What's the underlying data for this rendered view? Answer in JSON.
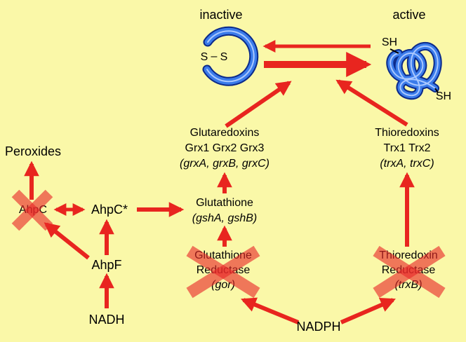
{
  "states": {
    "inactive": "inactive",
    "active": "active"
  },
  "protein": {
    "disulfide_left": "S",
    "disulfide_dash": "–",
    "disulfide_right": "S",
    "thiol_top": "SH",
    "thiol_bottom": "SH"
  },
  "left": {
    "peroxides": "Peroxides",
    "ahpc": "AhpC",
    "ahpc_star": "AhpC*",
    "ahpf": "AhpF",
    "nadh": "NADH"
  },
  "middle": {
    "glutaredoxins": "Glutaredoxins",
    "grx_list": "Grx1 Grx2 Grx3",
    "grx_genes": "(grxA, grxB, grxC)",
    "glutathione": "Glutathione",
    "glutathione_genes": "(gshA, gshB)",
    "gr_line1": "Glutathione",
    "gr_line2": "Reductase",
    "gr_gene": "(gor)"
  },
  "right": {
    "thioredoxins": "Thioredoxins",
    "trx_list": "Trx1 Trx2",
    "trx_genes": "(trxA, trxC)",
    "tr_line1": "Thioredoxin",
    "tr_line2": "Reductase",
    "tr_gene": "(trxB)"
  },
  "bottom": {
    "nadph": "NADPH"
  },
  "colors": {
    "background": "#FAF8A8",
    "arrow": "#E8251F",
    "cross": "rgba(232,40,40,0.62)",
    "protein": "#2F6BE0",
    "protein_dark": "#0B2A8A"
  }
}
